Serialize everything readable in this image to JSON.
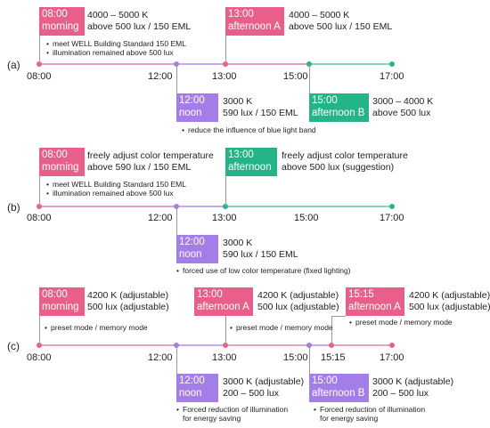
{
  "colors": {
    "pink": "#e8608a",
    "teal": "#25b487",
    "purple": "#a47ee8",
    "connector": "#999999"
  },
  "row_a": {
    "label": "(a)",
    "ticks": [
      "08:00",
      "12:00",
      "13:00",
      "15:00",
      "17:00"
    ],
    "morning": {
      "time": "08:00",
      "name": "morning",
      "line1": "4000 – 5000 K",
      "line2": "above 500 lux / 150 EML",
      "notes": [
        "meet WELL Building Standard 150 EML",
        "illumination remained above 500 lux"
      ]
    },
    "afternoon_a": {
      "time": "13:00",
      "name": "afternoon A",
      "line1": "4000 – 5000 K",
      "line2": "above 500 lux / 150 EML"
    },
    "noon": {
      "time": "12:00",
      "name": "noon",
      "line1": "3000 K",
      "line2": "590 lux / 150 EML",
      "notes": [
        "reduce the influence of blue light band"
      ]
    },
    "afternoon_b": {
      "time": "15:00",
      "name": "afternoon B",
      "line1": "3000 – 4000 K",
      "line2": "above 500 lux"
    }
  },
  "row_b": {
    "label": "(b)",
    "ticks": [
      "08:00",
      "12:00",
      "13:00",
      "15:00",
      "17:00"
    ],
    "morning": {
      "time": "08:00",
      "name": "morning",
      "line1": "freely adjust color temperature",
      "line2": "above 590 lux / 150 EML",
      "notes": [
        "meet WELL Building Standard 150 EML",
        "illumination remained above 500 lux"
      ]
    },
    "afternoon": {
      "time": "13:00",
      "name": "afternoon",
      "line1": "freely adjust color temperature",
      "line2": "above 500 lux (suggestion)"
    },
    "noon": {
      "time": "12:00",
      "name": "noon",
      "line1": "3000 K",
      "line2": "590 lux / 150 EML",
      "notes": [
        "forced use of low color temperature (fixed lighting)"
      ]
    }
  },
  "row_c": {
    "label": "(c)",
    "ticks": [
      "08:00",
      "12:00",
      "13:00",
      "15:00",
      "15:15",
      "17:00"
    ],
    "morning": {
      "time": "08:00",
      "name": "morning",
      "line1": "4200 K (adjustable)",
      "line2": "500 lux (adjustable)",
      "notes": [
        "preset mode / memory mode"
      ]
    },
    "afternoon_a": {
      "time": "13:00",
      "name": "afternoon A",
      "line1": "4200 K (adjustable)",
      "line2": "500 lux (adjustable)",
      "notes": [
        "preset mode / memory mode"
      ]
    },
    "afternoon_a2": {
      "time": "15:15",
      "name": "afternoon A",
      "line1": "4200 K (adjustable)",
      "line2": "500 lux (adjustable)",
      "notes": [
        "preset mode / memory mode"
      ]
    },
    "noon": {
      "time": "12:00",
      "name": "noon",
      "line1": "3000 K (adjustable)",
      "line2": "200 – 500 lux",
      "notes": [
        "Forced reduction of illumination",
        "for energy saving"
      ]
    },
    "afternoon_b": {
      "time": "15:00",
      "name": "afternoon B",
      "line1": "3000 K (adjustable)",
      "line2": "200 – 500 lux",
      "notes": [
        "Forced reduction of illumination",
        "for energy saving"
      ]
    }
  }
}
